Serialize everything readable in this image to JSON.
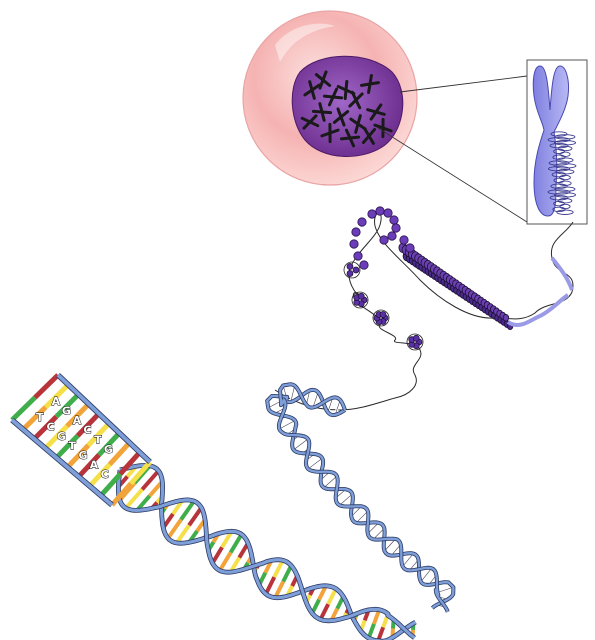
{
  "base_pair_labels": [
    {
      "left": "T",
      "right": "A"
    },
    {
      "left": "C",
      "right": "G"
    },
    {
      "left": "G",
      "right": "A"
    },
    {
      "left": "T",
      "right": "C"
    },
    {
      "left": "G",
      "right": "T"
    },
    {
      "left": "A",
      "right": "G"
    },
    {
      "left": "C",
      "right": ""
    }
  ],
  "colors": {
    "cell_cytoplasm": "#f6b6b6",
    "cell_membrane": "#fbd3d3",
    "nucleus": "#7b3f9e",
    "chromosome_dark": "#1a1a1a",
    "chromosome_detail": "#8a8ee0",
    "chromatin_fiber": "#6a3fb0",
    "dna_backbone": "#7f9fd8",
    "base_green": "#3fae4a",
    "base_red": "#b8333a",
    "base_orange": "#f2a43a",
    "base_yellow": "#f5e04a"
  },
  "icons": {
    "cell": "cell-icon",
    "chromosome": "chromosome-icon",
    "dna": "dna-double-helix-icon"
  }
}
